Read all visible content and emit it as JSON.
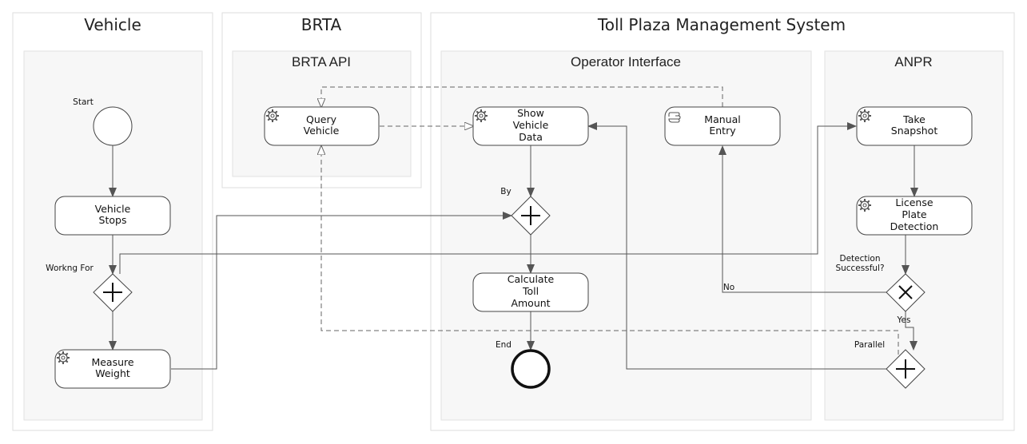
{
  "pools": {
    "vehicle": "Vehicle",
    "brta": "BRTA",
    "toll": "Toll Plaza Management System"
  },
  "lanes": {
    "brta_api": "BRTA API",
    "operator": "Operator Interface",
    "anpr": "ANPR"
  },
  "tasks": {
    "vehicle_stops": [
      "Vehicle",
      "Stops"
    ],
    "measure_weight": [
      "Measure",
      "Weight"
    ],
    "query_vehicle": [
      "Query",
      "Vehicle"
    ],
    "show_vehicle_data": [
      "Show",
      "Vehicle",
      "Data"
    ],
    "manual_entry": [
      "Manual",
      "Entry"
    ],
    "calculate_toll": [
      "Calculate",
      "Toll",
      "Amount"
    ],
    "take_snapshot": [
      "Take",
      "Snapshot"
    ],
    "license_plate": [
      "License",
      "Plate",
      "Detection"
    ]
  },
  "labels": {
    "start": "Start",
    "end": "End",
    "workng_for": "Workng For",
    "by": "By",
    "detection_q1": "Detection",
    "detection_q2": "Successful?",
    "no": "No",
    "yes": "Yes",
    "parallel": "Parallel"
  },
  "icons": {
    "service": "gear-icon",
    "manual": "hand-icon"
  }
}
